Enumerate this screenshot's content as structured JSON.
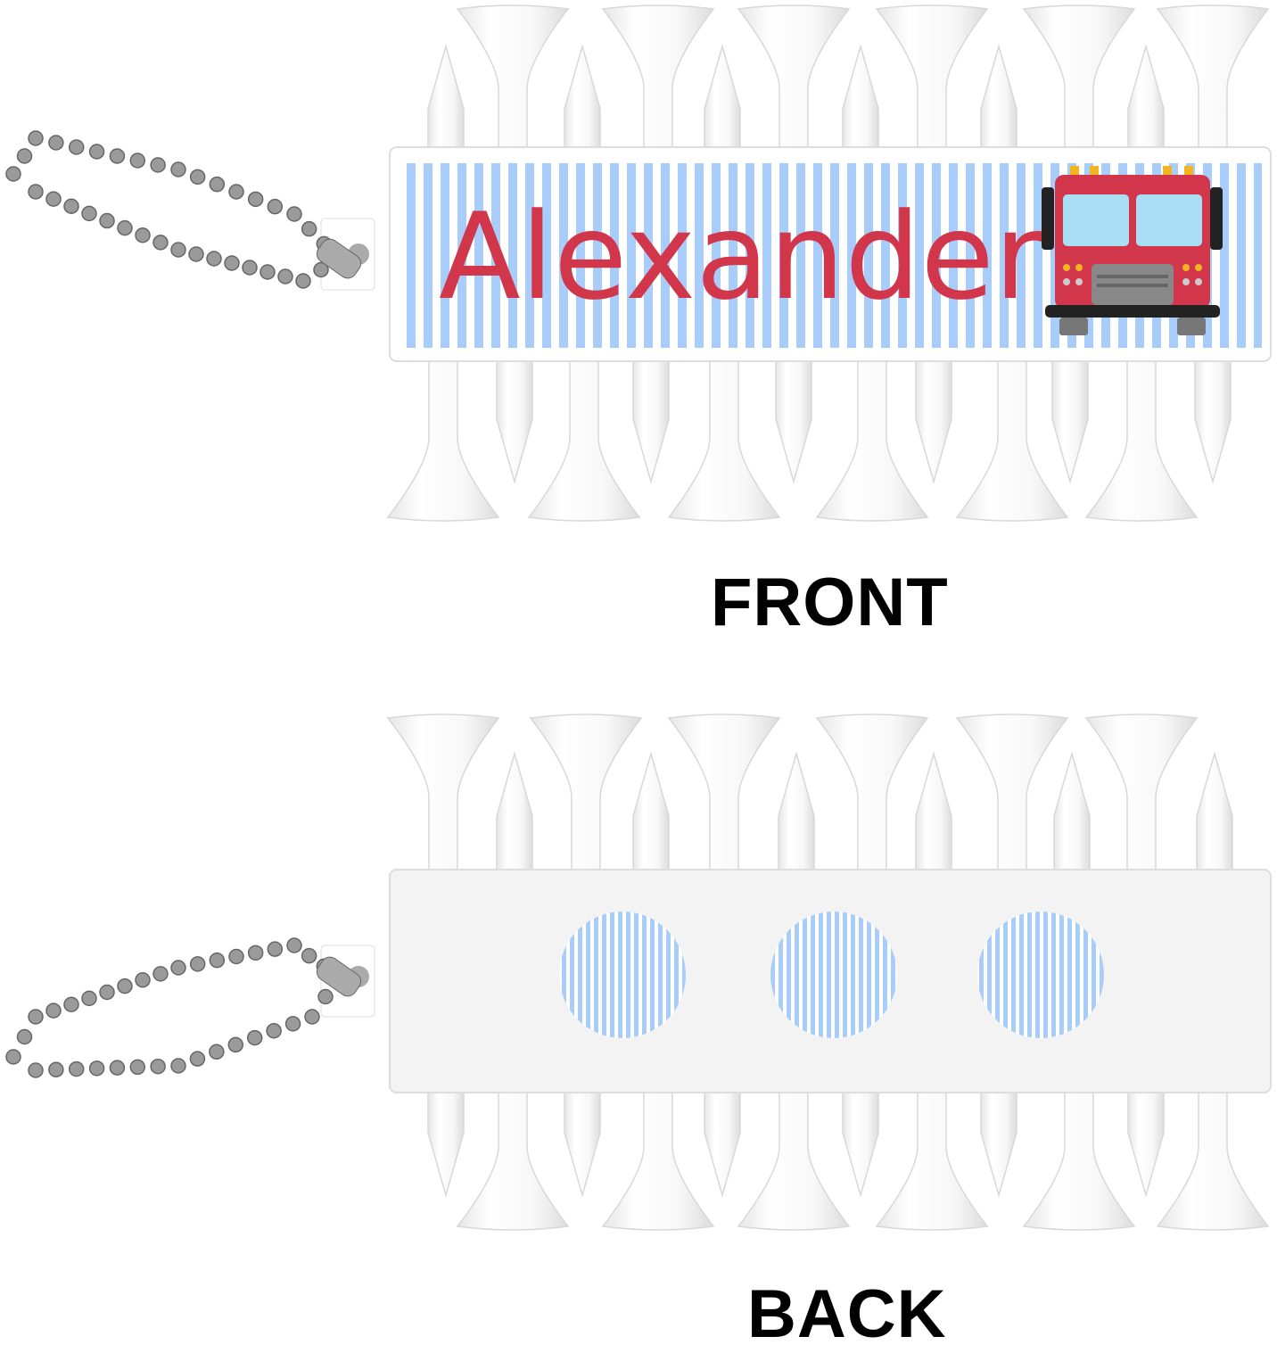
{
  "front": {
    "label": "FRONT",
    "name_text": "Alexander",
    "name_color": "#d1364a",
    "stripe_color": "#a9cdfa",
    "graphic": "fire-truck"
  },
  "back": {
    "label": "BACK",
    "stripe_color": "#a9cdfa",
    "circle_count": 3
  }
}
